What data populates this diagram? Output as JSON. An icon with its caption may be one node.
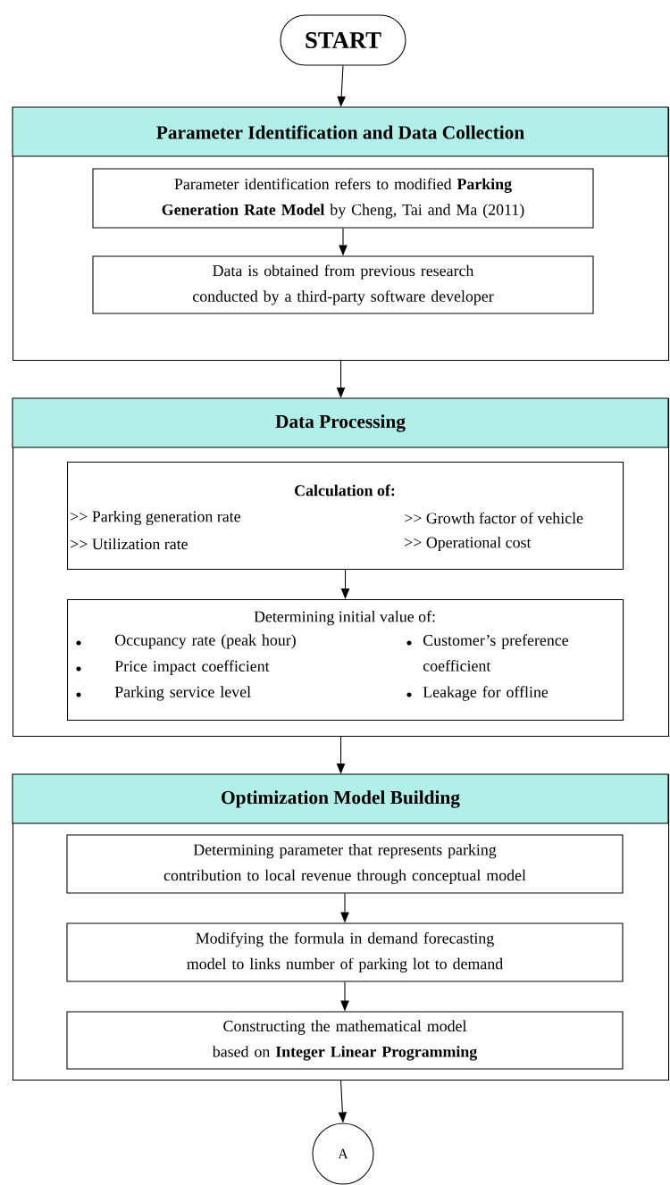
{
  "diagram": {
    "nodes": [
      {
        "text": [
          "START"
        ]
      },
      {
        "text": [
          "Parameter Identification and Data Collection"
        ]
      },
      {
        "text": [
          "Parameter identification refers to modified **Parking Generation Rate Model** by Cheng, Tai and Ma (2011)"
        ],
        "in": 1
      },
      {
        "text": [
          "Data is obtained from previous research conducted by a third-party software developer"
        ],
        "in": 1
      },
      {
        "text": [
          "Data Processing"
        ]
      },
      {
        "text": [
          "Calculation of:",
          ">> Parking generation rate",
          ">> Growth factor of vehicle",
          ">> Utilization rate",
          ">> Operational cost"
        ],
        "in": 4
      },
      {
        "text": [
          "Determining initial value of:",
          "Occupancy rate (peak hour)",
          "Price impact coefficient",
          "Parking service level",
          "Customer’s preference coefficient",
          "Leakage for offline"
        ],
        "in": 4
      },
      {
        "text": [
          "Optimization Model Building"
        ]
      },
      {
        "text": [
          "Determining parameter that represents parking contribution to local revenue through conceptual model"
        ],
        "in": 7
      },
      {
        "text": [
          "Modifying the formula in demand forecasting model to links number of parking lot to demand"
        ],
        "in": 7
      },
      {
        "text": [
          "Constructing the mathematical model based on **Integer Linear Programming**"
        ],
        "in": 7
      },
      {
        "text": [
          "A"
        ]
      }
    ],
    "edges": [
      {
        "from": 0,
        "to": 1,
        "arrow": "to"
      },
      {
        "from": 2,
        "to": 3,
        "arrow": "to"
      },
      {
        "from": 1,
        "to": 4,
        "arrow": "to"
      },
      {
        "from": 5,
        "to": 6,
        "arrow": "to"
      },
      {
        "from": 4,
        "to": 7,
        "arrow": "to"
      },
      {
        "from": 8,
        "to": 9,
        "arrow": "to"
      },
      {
        "from": 9,
        "to": 10,
        "arrow": "to"
      },
      {
        "from": 7,
        "to": 11,
        "arrow": "to"
      }
    ]
  }
}
